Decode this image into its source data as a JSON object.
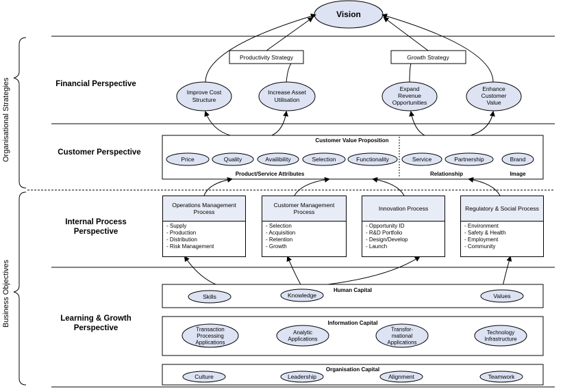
{
  "vision": "Vision",
  "side_labels": {
    "organisational_strategies": "Organisational Strategies",
    "business_objectives": "Business Objectives"
  },
  "perspectives": {
    "financial": "Financial Perspective",
    "customer": "Customer Perspective",
    "internal_process": "Internal Process Perspective",
    "learning_growth": "Learning & Growth Perspective"
  },
  "strategies": {
    "productivity": "Productivity Strategy",
    "growth": "Growth Strategy"
  },
  "financial_goals": [
    "Improve Cost Structure",
    "Increase Asset Utilisation",
    "Expand Revenue Opportunities",
    "Enhance Customer Value"
  ],
  "customer_value": {
    "title": "Customer Value Proposition",
    "attributes": [
      "Price",
      "Quality",
      "Availibility",
      "Selection",
      "Functionality",
      "Service",
      "Partnership",
      "Brand"
    ],
    "group_labels": {
      "product_service": "Product/Service Attributes",
      "relationship": "Relationship",
      "image": "Image"
    }
  },
  "processes": [
    {
      "title": "Operations Management Process",
      "items": [
        "Supply",
        "Production",
        "Distribution",
        "Risk Management"
      ]
    },
    {
      "title": "Customer Management Process",
      "items": [
        "Selection",
        "Acquisition",
        "Retention",
        "Growth"
      ]
    },
    {
      "title": "Innovation Process",
      "items": [
        "Opportunity ID",
        "R&D Portfolio",
        "Design/Develop",
        "Launch"
      ]
    },
    {
      "title": "Regulatory & Social Process",
      "items": [
        "Environment",
        "Safety & Health",
        "Employment",
        "Community"
      ]
    }
  ],
  "human_capital": {
    "title": "Human Capital",
    "items": [
      "Skills",
      "Knowledge",
      "Values"
    ]
  },
  "information_capital": {
    "title": "Information Capital",
    "items": [
      "Transaction Processing Applications",
      "Analytic Applications",
      "Transfor- mational Applications",
      "Technology Infrastructure"
    ]
  },
  "organisation_capital": {
    "title": "Organisation Capital",
    "items": [
      "Culture",
      "Leadership",
      "Alignment",
      "Teamwork"
    ]
  },
  "colors": {
    "ellipse_fill": "#dde3f3",
    "header_fill": "#e8ecf7",
    "stroke": "#000000"
  }
}
